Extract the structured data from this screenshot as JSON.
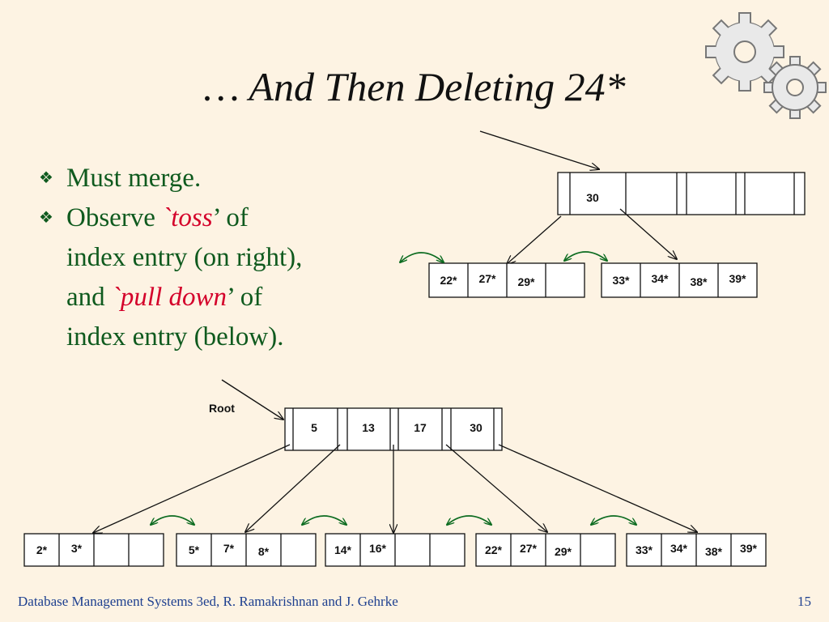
{
  "slide": {
    "title": "… And Then Deleting 24*",
    "bullets": [
      {
        "lines": [
          "Must merge."
        ]
      },
      {
        "parts": [
          {
            "t": "Observe ",
            "hl": false
          },
          {
            "t": "`toss",
            "hl": true
          },
          {
            "t": "’ of",
            "hl": false
          },
          {
            "t": "\nindex entry (on right),",
            "hl": false
          },
          {
            "t": "\nand ",
            "hl": false
          },
          {
            "t": "`pull down",
            "hl": true
          },
          {
            "t": "’ of",
            "hl": false
          },
          {
            "t": "\nindex entry (below).",
            "hl": false
          }
        ]
      }
    ],
    "bullet_icon": "diamond-bullet-icon",
    "decoration_icon": "gears-icon",
    "footer": "Database Management Systems 3ed,  R. Ramakrishnan and J. Gehrke",
    "page_number": "15"
  },
  "tree_top": {
    "index_keys": [
      "30"
    ],
    "leaves": [
      [
        "22*",
        "27*",
        "29*",
        ""
      ],
      [
        "33*",
        "34*",
        "38*",
        "39*"
      ]
    ]
  },
  "tree_bottom": {
    "root_label": "Root",
    "index_keys": [
      "5",
      "13",
      "17",
      "30"
    ],
    "leaves": [
      [
        "2*",
        "3*",
        "",
        ""
      ],
      [
        "5*",
        "7*",
        "8*",
        ""
      ],
      [
        "14*",
        "16*",
        "",
        ""
      ],
      [
        "22*",
        "27*",
        "29*",
        ""
      ],
      [
        "33*",
        "34*",
        "38*",
        "39*"
      ]
    ]
  },
  "colors": {
    "bullet_text": "#0f5a1e",
    "highlight": "#d4002a",
    "footer": "#1d3f8f",
    "sibling_arrow": "#0b6b1f"
  }
}
